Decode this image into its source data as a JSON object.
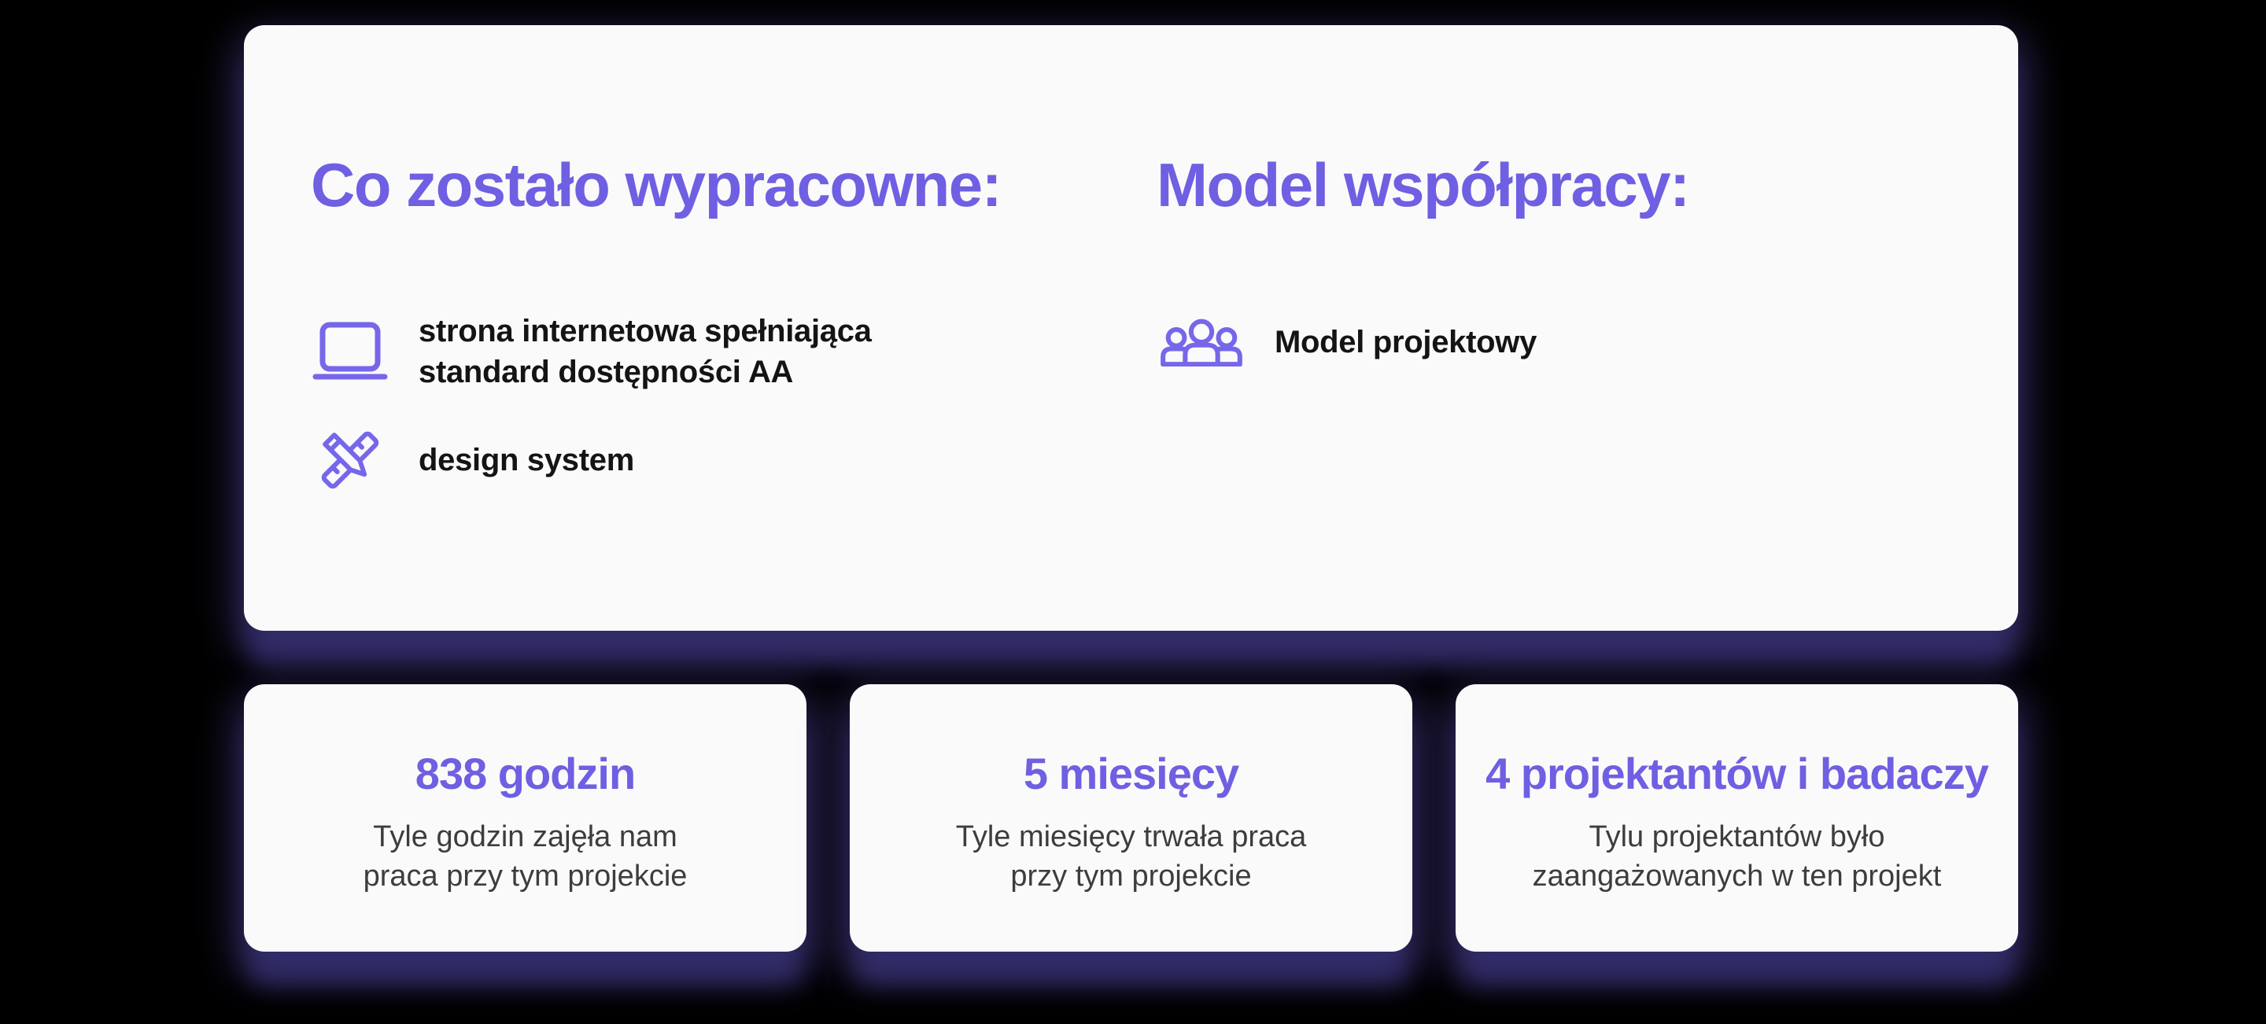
{
  "colors": {
    "background": "#000000",
    "card_background": "#FAFAFA",
    "accent_purple": "#6F5FE2",
    "icon_purple": "#7667EA",
    "shadow_indigo": "#322C68",
    "body_text": "#141414",
    "muted_text": "#3D3D3D"
  },
  "main_card": {
    "left": {
      "heading": "Co zostało wypracowne:",
      "items": [
        {
          "icon": "laptop-icon",
          "lines": [
            "strona internetowa spełniająca",
            "standard dostępności AA"
          ]
        },
        {
          "icon": "design-tools-icon",
          "lines": [
            "design system"
          ]
        }
      ]
    },
    "right": {
      "heading": "Model współpracy:",
      "items": [
        {
          "icon": "team-icon",
          "lines": [
            "Model projektowy"
          ]
        }
      ]
    }
  },
  "stats": [
    {
      "value": "838 godzin",
      "lines": [
        "Tyle godzin zajęła nam",
        "praca przy tym projekcie"
      ]
    },
    {
      "value": "5 miesięcy",
      "lines": [
        "Tyle miesięcy trwała praca",
        "przy tym projekcie"
      ]
    },
    {
      "value": "4 projektantów i badaczy",
      "lines": [
        "Tylu projektantów było",
        "zaangażowanych w ten projekt"
      ]
    }
  ]
}
